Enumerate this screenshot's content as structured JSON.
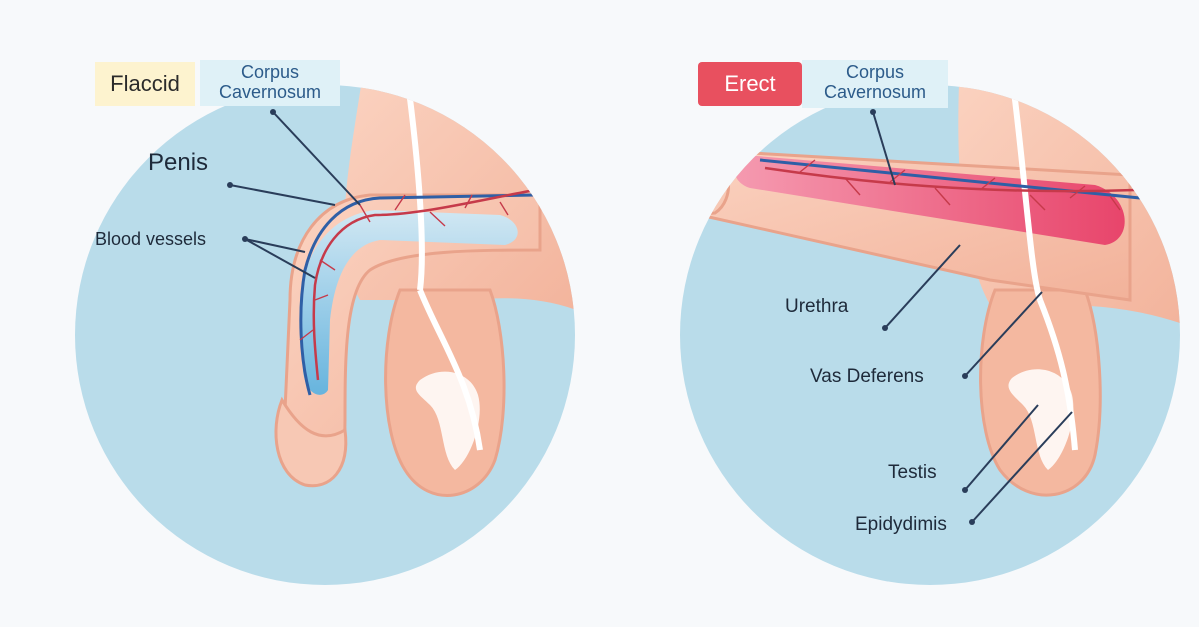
{
  "panels": {
    "flaccid": {
      "state_label": "Flaccid",
      "corpus_label_line1": "Corpus",
      "corpus_label_line2": "Cavernosum",
      "penis_label": "Penis",
      "blood_vessels_label": "Blood vessels"
    },
    "erect": {
      "state_label": "Erect",
      "corpus_label_line1": "Corpus",
      "corpus_label_line2": "Cavernosum",
      "urethra_label": "Urethra",
      "vas_deferens_label": "Vas Deferens",
      "testis_label": "Testis",
      "epididymis_label": "Epidydimis"
    }
  },
  "colors": {
    "background": "#f7f9fb",
    "circle_fill": "#b9dcea",
    "skin": "#f6c2ad",
    "skin_dark": "#e9a38b",
    "flaccid_tissue": "#8ccbe8",
    "erect_tissue": "#ec5577",
    "vessel_blue": "#2f5fa6",
    "vessel_red": "#c63a4a",
    "leader_line": "#2a3d5a"
  }
}
